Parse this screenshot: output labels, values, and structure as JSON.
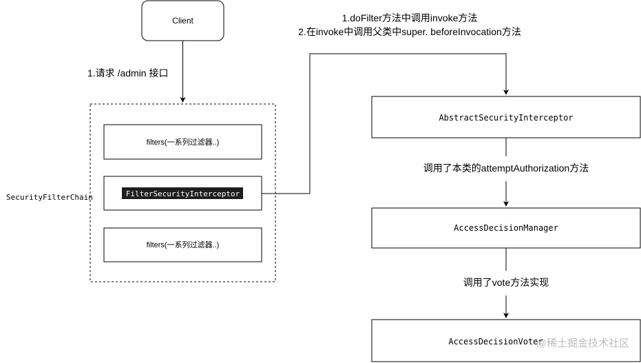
{
  "nodes": {
    "client": "Client",
    "security_filter_chain": "SecurityFilterChain",
    "filters_top": "filters(一系列过滤器..)",
    "filter_security_interceptor": "FilterSecurityInterceptor",
    "filters_bottom": "filters(一系列过滤器..)",
    "abstract_security_interceptor": "AbstractSecurityInterceptor",
    "access_decision_manager": "AccessDecisionManager",
    "access_decision_voter": "AccessDecisionVoter"
  },
  "edges": {
    "client_request": "1.请求 /admin 接口",
    "invoke_line1": "1.doFilter方法中调用invoke方法",
    "invoke_line2": "2.在invoke中调用父类中super. beforeInvocation方法",
    "attempt_authorization": "调用了本类的attemptAuthorization方法",
    "vote": "调用了vote方法实现"
  },
  "watermark": "@稀土掘金技术社区",
  "colors": {
    "stroke": "#000000",
    "highlight_bg": "#1e1e1e",
    "highlight_text": "#ffffff",
    "watermark": "#bdbdbd"
  }
}
